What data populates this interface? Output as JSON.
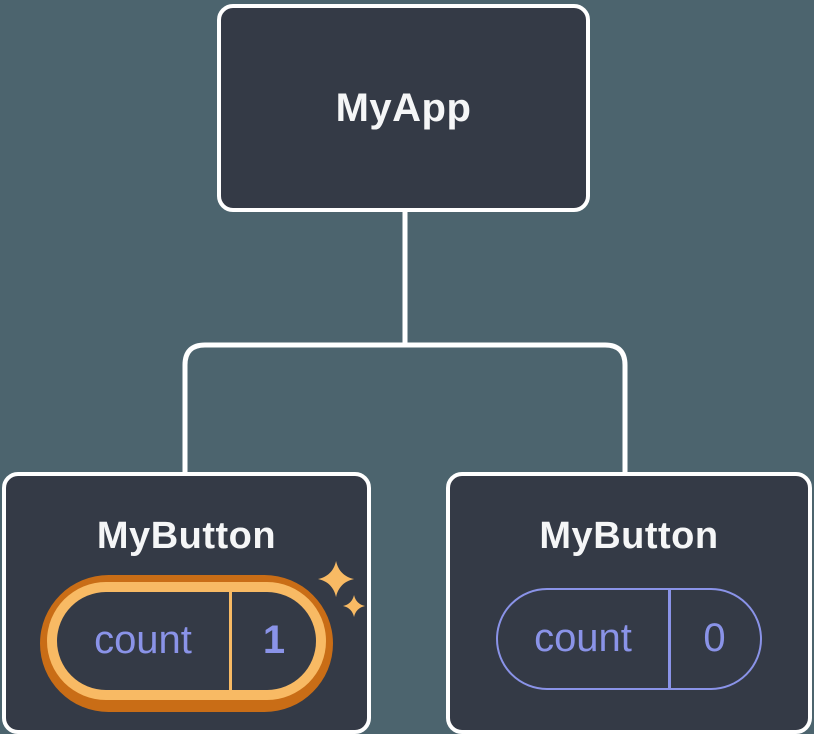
{
  "diagram": {
    "description": "React component tree with isolated state",
    "root": {
      "label": "MyApp"
    },
    "children": [
      {
        "label": "MyButton",
        "state": {
          "key": "count",
          "value": "1",
          "highlighted": true
        }
      },
      {
        "label": "MyButton",
        "state": {
          "key": "count",
          "value": "0",
          "highlighted": false
        }
      }
    ]
  },
  "icons": {
    "sparkles": "two four-point gold stars marking freshly updated state"
  },
  "palette": {
    "background": "#4c646e",
    "node_fill": "#343a46",
    "node_border": "#ffffff",
    "connector": "#ffffff",
    "title_text": "#f5f6f7",
    "state_text": "#8a93e8",
    "highlight_outer": "#c96d16",
    "highlight_inner": "#f8ba64"
  }
}
